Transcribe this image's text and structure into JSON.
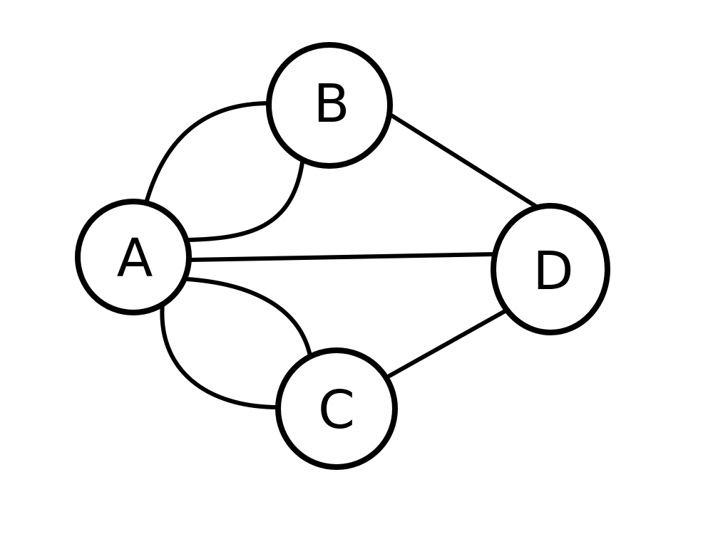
{
  "graph": {
    "nodes": {
      "A": {
        "label": "A"
      },
      "B": {
        "label": "B"
      },
      "C": {
        "label": "C"
      },
      "D": {
        "label": "D"
      }
    },
    "edges": [
      {
        "from": "A",
        "to": "B",
        "kind": "curve-outer"
      },
      {
        "from": "A",
        "to": "B",
        "kind": "curve-inner"
      },
      {
        "from": "A",
        "to": "C",
        "kind": "curve-inner"
      },
      {
        "from": "A",
        "to": "C",
        "kind": "curve-outer"
      },
      {
        "from": "A",
        "to": "D",
        "kind": "straight"
      },
      {
        "from": "B",
        "to": "D",
        "kind": "straight"
      },
      {
        "from": "C",
        "to": "D",
        "kind": "straight"
      }
    ]
  }
}
